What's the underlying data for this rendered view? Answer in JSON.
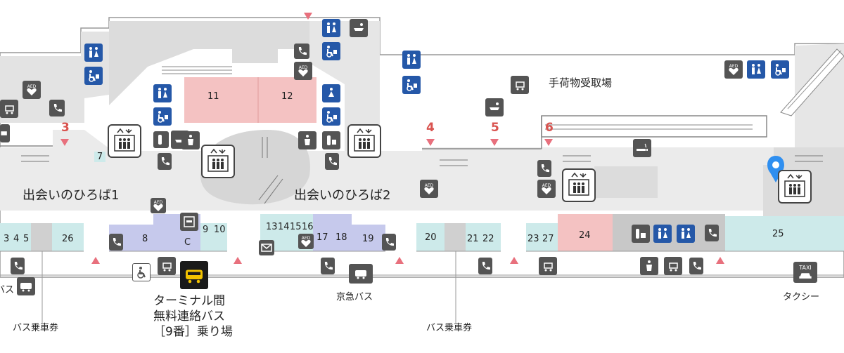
{
  "plazas": {
    "plaza1": "出会いのひろば1",
    "plaza2": "出会いのひろば2"
  },
  "labels": {
    "baggage_claim": "手荷物受取場",
    "bus_ticket_left": "バス乗車券",
    "bus_ticket_right": "バス乗車券",
    "keikyu_bus": "京急バス",
    "taxi": "タクシー",
    "taxi_sign": "TAXI",
    "bus_partial": "バス",
    "terminal_bus_line1": "ターミナル間",
    "terminal_bus_line2": "無料連絡バス",
    "terminal_bus_line3": "［9番］乗り場"
  },
  "gates": [
    "3",
    "4",
    "5",
    "6"
  ],
  "rooms": {
    "r3": "3",
    "r4": "4",
    "r5": "5",
    "r7": "7",
    "r8": "8",
    "c": "C",
    "r9": "9",
    "r10": "10",
    "r11": "11",
    "r12": "12",
    "r13": "13",
    "r14": "14",
    "r15": "15",
    "r16": "16",
    "r17": "17",
    "r18": "18",
    "r19": "19",
    "r20": "20",
    "r21": "21",
    "r22": "22",
    "r23": "23",
    "r24": "24",
    "r25": "25",
    "r26": "26",
    "r27": "27"
  },
  "icon_text": {
    "aed": "AED"
  },
  "colors": {
    "floor": "#e0e0e0",
    "pink": "#f4c2c2",
    "teal": "#cdeaea",
    "lavender": "#c6c9ec",
    "gray_block": "#c8c8c8",
    "icon_blue": "#2558a8",
    "icon_dark": "#545454",
    "accent": "#d9534f",
    "pin": "#2f8ff0"
  }
}
